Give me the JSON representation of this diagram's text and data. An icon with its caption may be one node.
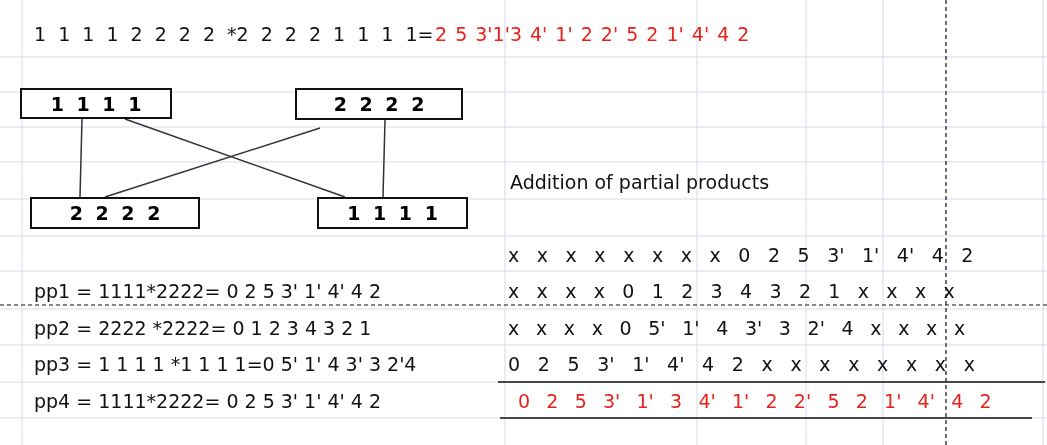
{
  "diagram": {
    "nodes": [
      {
        "text": [
          "1 1 1 1"
        ]
      },
      {
        "text": [
          "2 2 2 2"
        ]
      },
      {
        "text": [
          "2 2 2 2"
        ]
      },
      {
        "text": [
          "1 1 1 1"
        ]
      }
    ],
    "edges": [
      {
        "from": 0,
        "to": 2,
        "arrow": "none"
      },
      {
        "from": 0,
        "to": 3,
        "arrow": "none"
      },
      {
        "from": 1,
        "to": 2,
        "arrow": "none"
      },
      {
        "from": 1,
        "to": 3,
        "arrow": "none"
      }
    ],
    "labels": [
      "1 1 1 1 2 2 2 2 *2 2 2 2 1 1 1 1=",
      "2 5 3'1'3 4' 1' 2 2' 5 2 1' 4' 4 2",
      "Addition of partial products",
      "x x x x x x x x 0 2 5 3' 1' 4' 4 2",
      "pp1 = 1111*2222= 0 2 5 3' 1' 4' 4 2",
      "x x x x 0 1 2 3 4 3 2 1 x x x x",
      "pp2 = 2222 *2222= 0 1 2 3 4 3 2 1",
      "x x x x 0 5' 1' 4 3' 3 2' 4 x x x x",
      "pp3 = 1 1 1 1 *1 1 1 1=0 5' 1' 4 3' 3 2'4",
      "0 2 5 3' 1' 4' 4 2 x x x x x x x x",
      "pp4 = 1111*2222= 0 2 5 3' 1' 4' 4 2",
      "0 2 5 3' 1' 3 4' 1' 2 2' 5 2 1' 4' 4 2"
    ]
  }
}
